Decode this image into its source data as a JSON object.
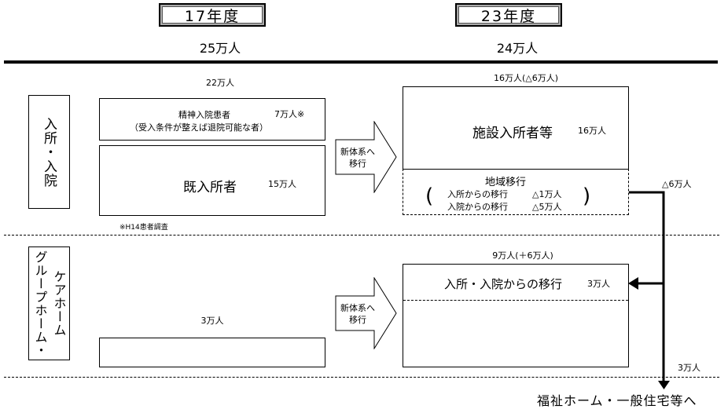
{
  "header": {
    "year_left": "17年度",
    "year_right": "23年度",
    "total_left": "25万人",
    "total_right": "24万人"
  },
  "section_institution": {
    "label": "入所・入院",
    "left_total": "22万人",
    "psych_box": {
      "title": "精神入院患者",
      "count": "7万人※",
      "note": "（受入条件が整えば退院可能な者）"
    },
    "existing_box": {
      "title": "既入所者",
      "count": "15万人"
    },
    "footnote": "※H14患者調査",
    "arrow_label_line1": "新体系へ",
    "arrow_label_line2": "移行",
    "right_total": "16万人(△6万人)",
    "facility_box": {
      "title": "施設入所者等",
      "count": "16万人"
    },
    "community_box": {
      "title": "地域移行",
      "rows": [
        {
          "label": "入所からの移行",
          "value": "△1万人"
        },
        {
          "label": "入院からの移行",
          "value": "△5万人"
        }
      ]
    },
    "outflow_label": "△6万人"
  },
  "section_grouphome": {
    "label_col1": "グループホーム・",
    "label_col2": "ケアホーム",
    "left_total": "3万人",
    "arrow_label_line1": "新体系へ",
    "arrow_label_line2": "移行",
    "right_total": "9万人(＋6万人)",
    "transfer_box": {
      "title": "入所・入院からの移行",
      "count": "3万人"
    },
    "outflow_label": "3万人"
  },
  "footer": {
    "destination": "福祉ホーム・一般住宅等へ"
  }
}
